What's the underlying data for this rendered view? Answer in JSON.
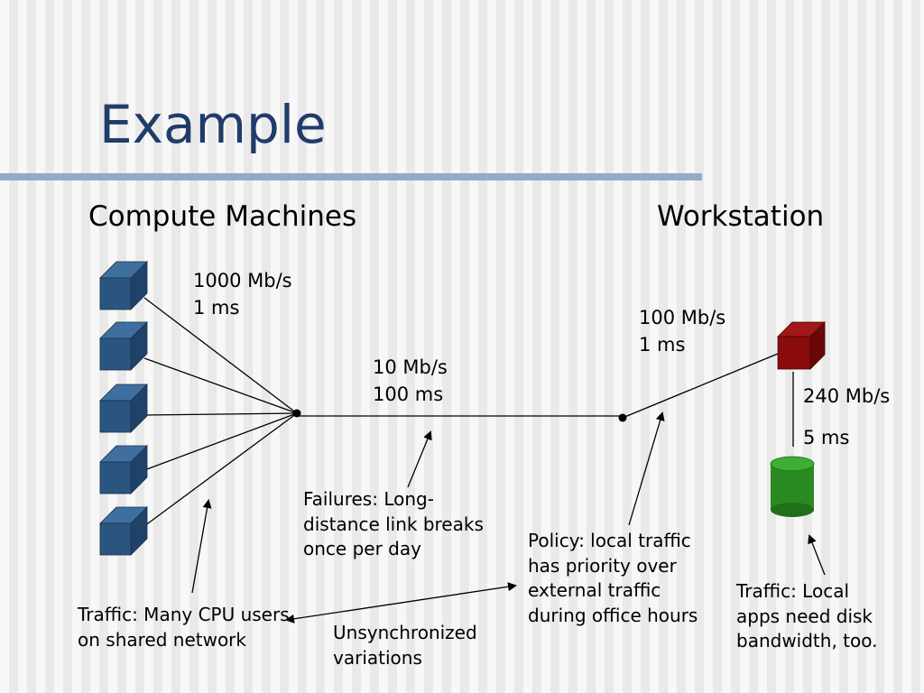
{
  "slide": {
    "title": "Example"
  },
  "headings": {
    "compute": "Compute Machines",
    "workstation": "Workstation"
  },
  "links": {
    "compute_link": {
      "rate": "1000 Mb/s",
      "latency": "1 ms"
    },
    "wan_link": {
      "rate": "10 Mb/s",
      "latency": "100 ms"
    },
    "workstation_link": {
      "rate": "100 Mb/s",
      "latency": "1 ms"
    },
    "disk_link": {
      "rate": "240 Mb/s",
      "latency": "5 ms"
    }
  },
  "notes": {
    "failures": [
      "Failures: Long-",
      "distance link breaks",
      "once per day"
    ],
    "policy": [
      "Policy: local traffic",
      "has priority over",
      "external traffic",
      "during office hours"
    ],
    "traffic_cpu": [
      "Traffic: Many CPU users",
      "on shared network"
    ],
    "unsync": [
      "Unsynchronized",
      "variations"
    ],
    "traffic_local": [
      "Traffic: Local",
      "apps need disk",
      "bandwidth, too."
    ]
  },
  "colors": {
    "title": "#1f3c6a",
    "rule": "#93aac8",
    "compute_cube": "#2b5580",
    "workstation_cube": "#8a0c0c",
    "disk": "#2a8a22"
  },
  "icons": {
    "compute": "cube-icon",
    "workstation": "cube-icon",
    "disk": "cylinder-icon"
  }
}
